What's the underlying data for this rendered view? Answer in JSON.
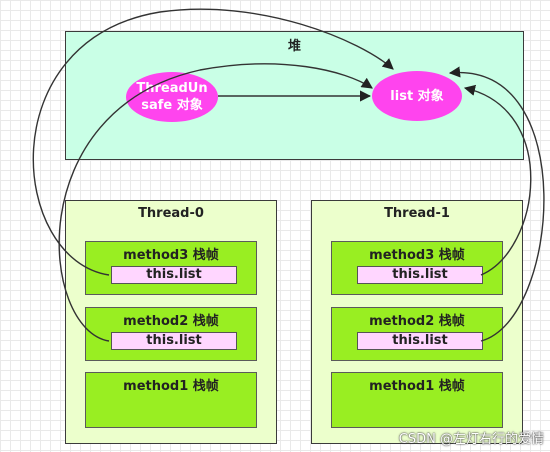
{
  "heap": {
    "label": "堆"
  },
  "objects": {
    "unsafe_label": "ThreadUnsafe 对象",
    "unsafe_line1": "ThreadUn",
    "unsafe_line2": "safe 对象",
    "list_label": "list 对象"
  },
  "threads": [
    {
      "name": "Thread-0",
      "frames": [
        {
          "label": "method3 栈帧",
          "field": "this.list"
        },
        {
          "label": "method2 栈帧",
          "field": "this.list"
        },
        {
          "label": "method1 栈帧"
        }
      ]
    },
    {
      "name": "Thread-1",
      "frames": [
        {
          "label": "method3 栈帧",
          "field": "this.list"
        },
        {
          "label": "method2 栈帧",
          "field": "this.list"
        },
        {
          "label": "method1 栈帧"
        }
      ]
    }
  ],
  "watermark": {
    "text": "CSDN @左灯右行的爱情"
  },
  "colors": {
    "heap": "#c9ffe6",
    "thread": "#ecffcc",
    "frame": "#99ee22",
    "field": "#ffd6ff",
    "object": "#ff44ee"
  }
}
